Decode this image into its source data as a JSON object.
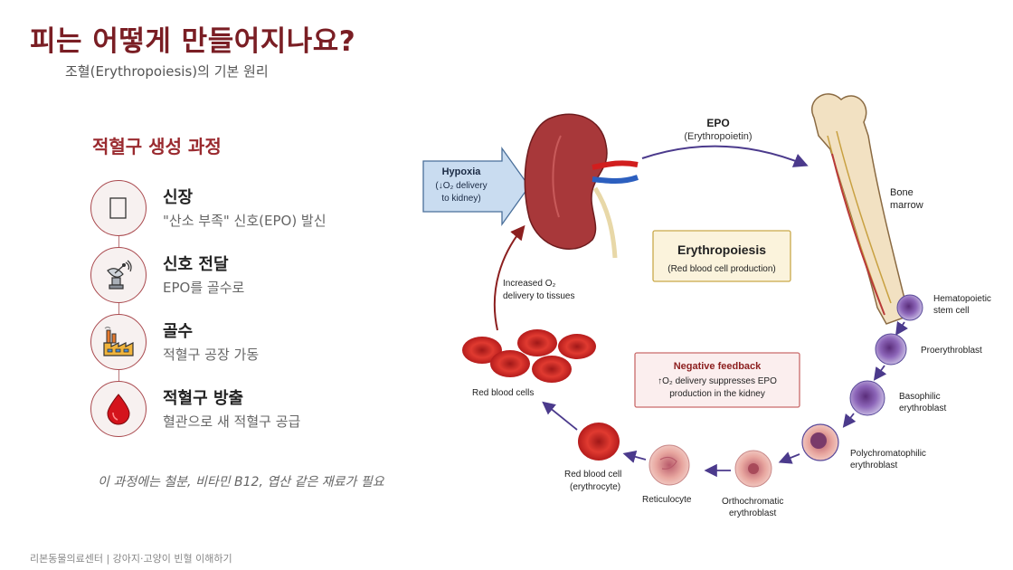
{
  "header": {
    "title": "피는 어떻게 만들어지나요?",
    "subtitle": "조혈(Erythropoiesis)의 기본 원리"
  },
  "process": {
    "title": "적혈구 생성 과정",
    "steps": [
      {
        "name": "신장",
        "desc": "\"산소 부족\" 신호(EPO) 발신",
        "icon": "kidney-icon"
      },
      {
        "name": "신호 전달",
        "desc": "EPO를 골수로",
        "icon": "satellite-dish-icon"
      },
      {
        "name": "골수",
        "desc": "적혈구 공장 가동",
        "icon": "factory-icon"
      },
      {
        "name": "적혈구 방출",
        "desc": "혈관으로 새 적혈구 공급",
        "icon": "blood-drop-icon"
      }
    ],
    "note": "이 과정에는 철분, 비타민 B12, 엽산 같은 재료가 필요"
  },
  "footer": "리본동물의료센터 | 강아지·고양이 빈혈 이해하기",
  "diagram": {
    "hypoxia_title": "Hypoxia",
    "hypoxia_line1": "(↓O₂ delivery",
    "hypoxia_line2": "to kidney)",
    "epo_title": "EPO",
    "epo_sub": "(Erythropoietin)",
    "bone_marrow_1": "Bone",
    "bone_marrow_2": "marrow",
    "center_title": "Erythropoiesis",
    "center_sub": "(Red blood cell production)",
    "increased_1": "Increased O₂",
    "increased_2": "delivery to tissues",
    "red_blood_cells": "Red blood cells",
    "feedback_title": "Negative feedback",
    "feedback_line1": "↑O₂ delivery suppresses EPO",
    "feedback_line2": "production in the kidney",
    "stages": {
      "hsc_1": "Hematopoietic",
      "hsc_2": "stem cell",
      "proerythroblast": "Proerythroblast",
      "baso_1": "Basophilic",
      "baso_2": "erythroblast",
      "poly_1": "Polychromatophilic",
      "poly_2": "erythroblast",
      "ortho_1": "Orthochromatic",
      "ortho_2": "erythroblast",
      "reticulocyte": "Reticulocyte",
      "rbc_1": "Red blood cell",
      "rbc_2": "(erythrocyte)"
    },
    "colors": {
      "arrow_purple": "#4b3a8c",
      "arrow_red": "#8c1f1f",
      "kidney": "#a8383a",
      "feedback_bg": "#fbeeee",
      "center_bg": "#fbf3dc"
    }
  }
}
